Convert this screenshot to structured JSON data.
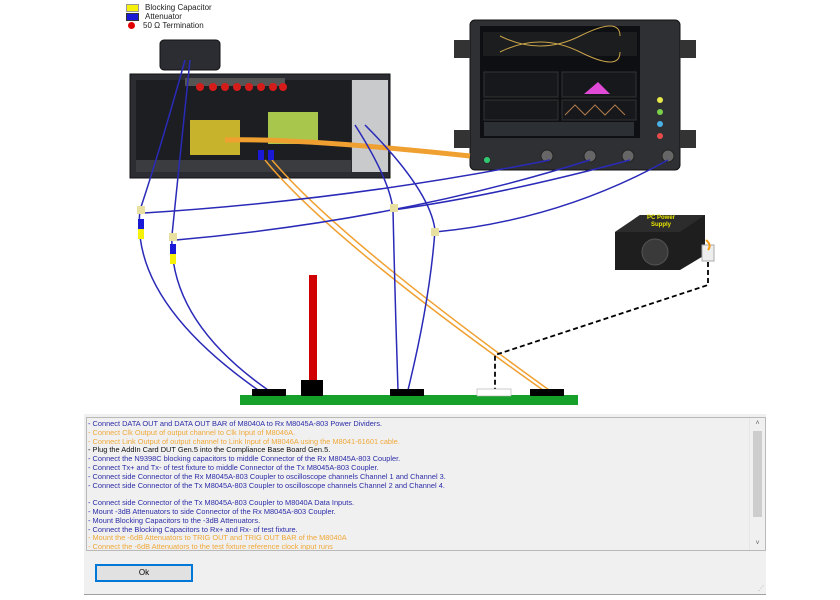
{
  "legend": [
    {
      "label": "Blocking Capacitor",
      "color": "#f6f10b",
      "shape": "swatch"
    },
    {
      "label": "Attenuator",
      "color": "#1a1ad6",
      "shape": "swatch"
    },
    {
      "label": "50 Ω Termination",
      "color": "#e00000",
      "shape": "dot"
    }
  ],
  "diagram": {
    "power_supply_label_line1": "PC Power",
    "power_supply_label_line2": "Supply",
    "colors": {
      "coax_cable": "#2a2ab8",
      "clock_cable": "#f0a030",
      "fixture_board": "#15a02a",
      "connector": "#000000",
      "reference_probe": "#d00000"
    }
  },
  "instructions": {
    "lines": [
      {
        "text": "- Connect DATA OUT and DATA OUT BAR of M8040A to Rx M8045A-803 Power Dividers.",
        "color": "#2c2ca8"
      },
      {
        "text": "- Connect Clk Output of output channel to Clk Input of M8046A.",
        "color": "#f0a838"
      },
      {
        "text": "- Connect Link Output of output channel to Link Input of M8046A using the M8041-61601 cable.",
        "color": "#f0a838"
      },
      {
        "text": "- Plug the AddIn Card DUT Gen.5 into the Compliance Base Board Gen.5.",
        "color": "#111111"
      },
      {
        "text": "- Connect the N9398C blocking capacitors to middle Connector of the Rx M8045A-803 Coupler.",
        "color": "#2c2ca8"
      },
      {
        "text": "- Connect Tx+ and Tx- of test fixture to middle Connector of the Tx M8045A-803 Coupler.",
        "color": "#2c2ca8"
      },
      {
        "text": "- Connect side Connector of the Rx M8045A-803 Coupler to oscilloscope channels Channel 1 and Channel 3.",
        "color": "#2c2ca8"
      },
      {
        "text": "- Connect side Connector of the Tx M8045A-803 Coupler to oscilloscope channels Channel 2 and Channel 4.",
        "color": "#2c2ca8"
      },
      {
        "text": "",
        "color": "#2c2ca8"
      },
      {
        "text": "- Connect side Connector of the Tx M8045A-803 Coupler to M8040A Data Inputs.",
        "color": "#2c2ca8"
      },
      {
        "text": "- Mount -3dB Attenuators to side Connector of the Rx M8045A-803 Coupler.",
        "color": "#2c2ca8"
      },
      {
        "text": "- Mount Blocking Capacitors to the -3dB Attenuators.",
        "color": "#2c2ca8"
      },
      {
        "text": "- Connect the Blocking Capacitors to Rx+ and Rx- of test fixture.",
        "color": "#2c2ca8"
      },
      {
        "text": "- Mount the -6dB Attenuators to TRIG OUT and TRIG OUT BAR of the M8040A",
        "color": "#f0a838"
      },
      {
        "text": "- Connect the -6dB Attenuators to the test fixture reference clock input runs",
        "color": "#f0a838"
      }
    ]
  },
  "scrollbar": {
    "up_icon": "˄",
    "down_icon": "˅",
    "position_fraction": 0.0
  },
  "buttons": {
    "ok_label": "Ok"
  }
}
